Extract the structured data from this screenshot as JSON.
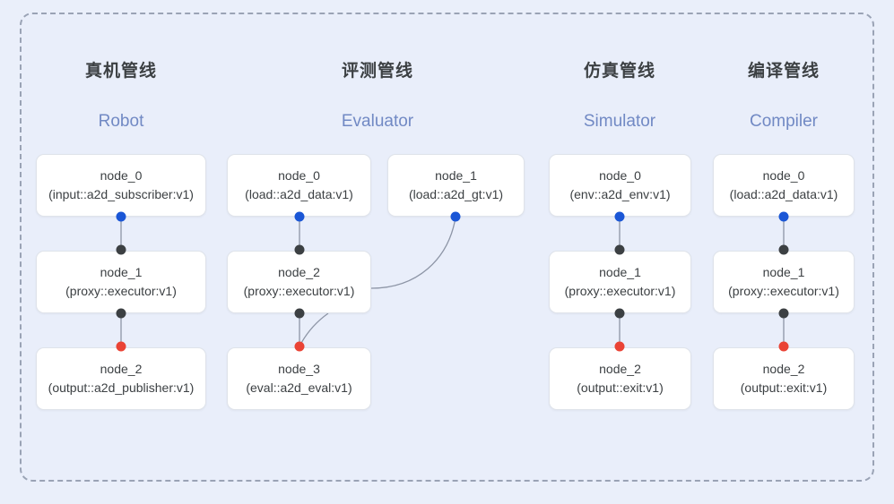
{
  "diagram": {
    "background_color": "#eaeffa",
    "frame_border_color": "#9aa3b5",
    "port_colors": {
      "output_blue": "#1a56d6",
      "relay_dark": "#3c4043",
      "terminal_red": "#ea4335"
    },
    "edge_color": "#8d95a6",
    "columns": [
      {
        "id": "robot",
        "title_cn": "真机管线",
        "title_en": "Robot",
        "nodes": [
          {
            "name": "node_0",
            "spec": "(input::a2d_subscriber:v1)"
          },
          {
            "name": "node_1",
            "spec": "(proxy::executor:v1)"
          },
          {
            "name": "node_2",
            "spec": "(output::a2d_publisher:v1)"
          }
        ]
      },
      {
        "id": "evaluator",
        "title_cn": "评测管线",
        "title_en": "Evaluator",
        "nodes": [
          {
            "name": "node_0",
            "spec": "(load::a2d_data:v1)"
          },
          {
            "name": "node_1",
            "spec": "(load::a2d_gt:v1)"
          },
          {
            "name": "node_2",
            "spec": "(proxy::executor:v1)"
          },
          {
            "name": "node_3",
            "spec": "(eval::a2d_eval:v1)"
          }
        ]
      },
      {
        "id": "simulator",
        "title_cn": "仿真管线",
        "title_en": "Simulator",
        "nodes": [
          {
            "name": "node_0",
            "spec": "(env::a2d_env:v1)"
          },
          {
            "name": "node_1",
            "spec": "(proxy::executor:v1)"
          },
          {
            "name": "node_2",
            "spec": "(output::exit:v1)"
          }
        ]
      },
      {
        "id": "compiler",
        "title_cn": "编译管线",
        "title_en": "Compiler",
        "nodes": [
          {
            "name": "node_0",
            "spec": "(load::a2d_data:v1)"
          },
          {
            "name": "node_1",
            "spec": "(proxy::executor:v1)"
          },
          {
            "name": "node_2",
            "spec": "(output::exit:v1)"
          }
        ]
      }
    ]
  }
}
